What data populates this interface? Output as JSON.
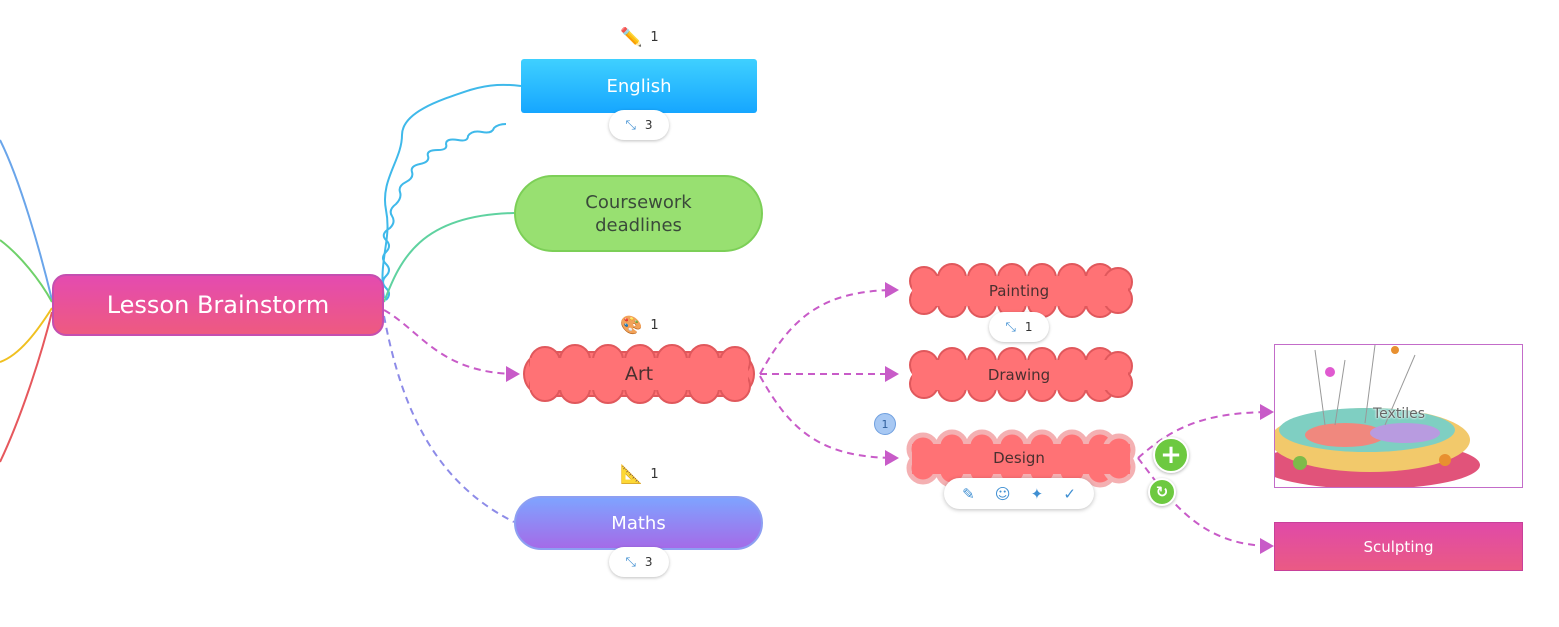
{
  "root": {
    "label": "Lesson Brainstorm"
  },
  "english": {
    "label": "English",
    "annotation_icon": "pencil-icon",
    "annotation_count": "1",
    "children_count": "3"
  },
  "coursework": {
    "label": "Coursework\ndeadlines"
  },
  "art": {
    "label": "Art",
    "annotation_icon": "palette-icon",
    "annotation_count": "1"
  },
  "maths": {
    "label": "Maths",
    "annotation_icon": "set-square-icon",
    "annotation_count": "1",
    "children_count": "3"
  },
  "painting": {
    "label": "Painting",
    "children_count": "1"
  },
  "drawing": {
    "label": "Drawing"
  },
  "design": {
    "label": "Design",
    "badge": "1"
  },
  "textiles": {
    "label": "Textiles"
  },
  "sculpting": {
    "label": "Sculpting"
  },
  "colors": {
    "pink": "#e04aa8",
    "blue": "#16a6ff",
    "green": "#98e071",
    "coral": "#ff6f73",
    "purple": "#a46be8",
    "dash": "#c85bc8"
  }
}
